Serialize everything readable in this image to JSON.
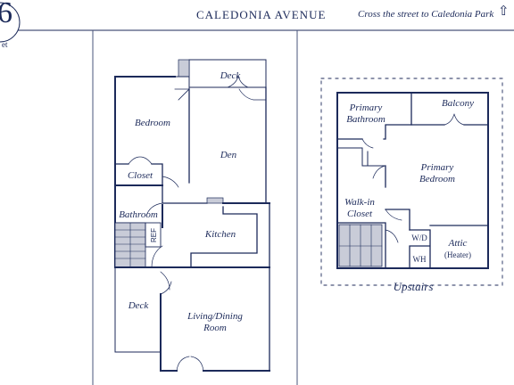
{
  "header": {
    "street_name": "CALEDONIA AVENUE",
    "park_note": "Cross the street to Caledonia Park",
    "badge_number": "6",
    "badge_subtext": "et"
  },
  "icons": {
    "park_arrow": "up-arrow-icon",
    "park_arrow_glyph": "⇧"
  },
  "colors": {
    "ink": "#1c2a5a",
    "stair_fill": "#c9ccd8",
    "background": "#ffffff"
  },
  "floor_main": {
    "rooms": {
      "deck_top": "Deck",
      "bedroom": "Bedroom",
      "closet": "Closet",
      "den": "Den",
      "bathroom": "Bathroom",
      "ref": "REF",
      "kitchen": "Kitchen",
      "deck_bottom": "Deck",
      "living_line1": "Living/Dining",
      "living_line2": "Room"
    }
  },
  "floor_upstairs": {
    "label": "Upstairs",
    "rooms": {
      "primary_bath_line1": "Primary",
      "primary_bath_line2": "Bathroom",
      "balcony": "Balcony",
      "primary_bed_line1": "Primary",
      "primary_bed_line2": "Bedroom",
      "walkin_line1": "Walk-in",
      "walkin_line2": "Closet",
      "wd": "W/D",
      "wh": "WH",
      "attic_line1": "Attic",
      "attic_line2": "(Heater)"
    }
  }
}
